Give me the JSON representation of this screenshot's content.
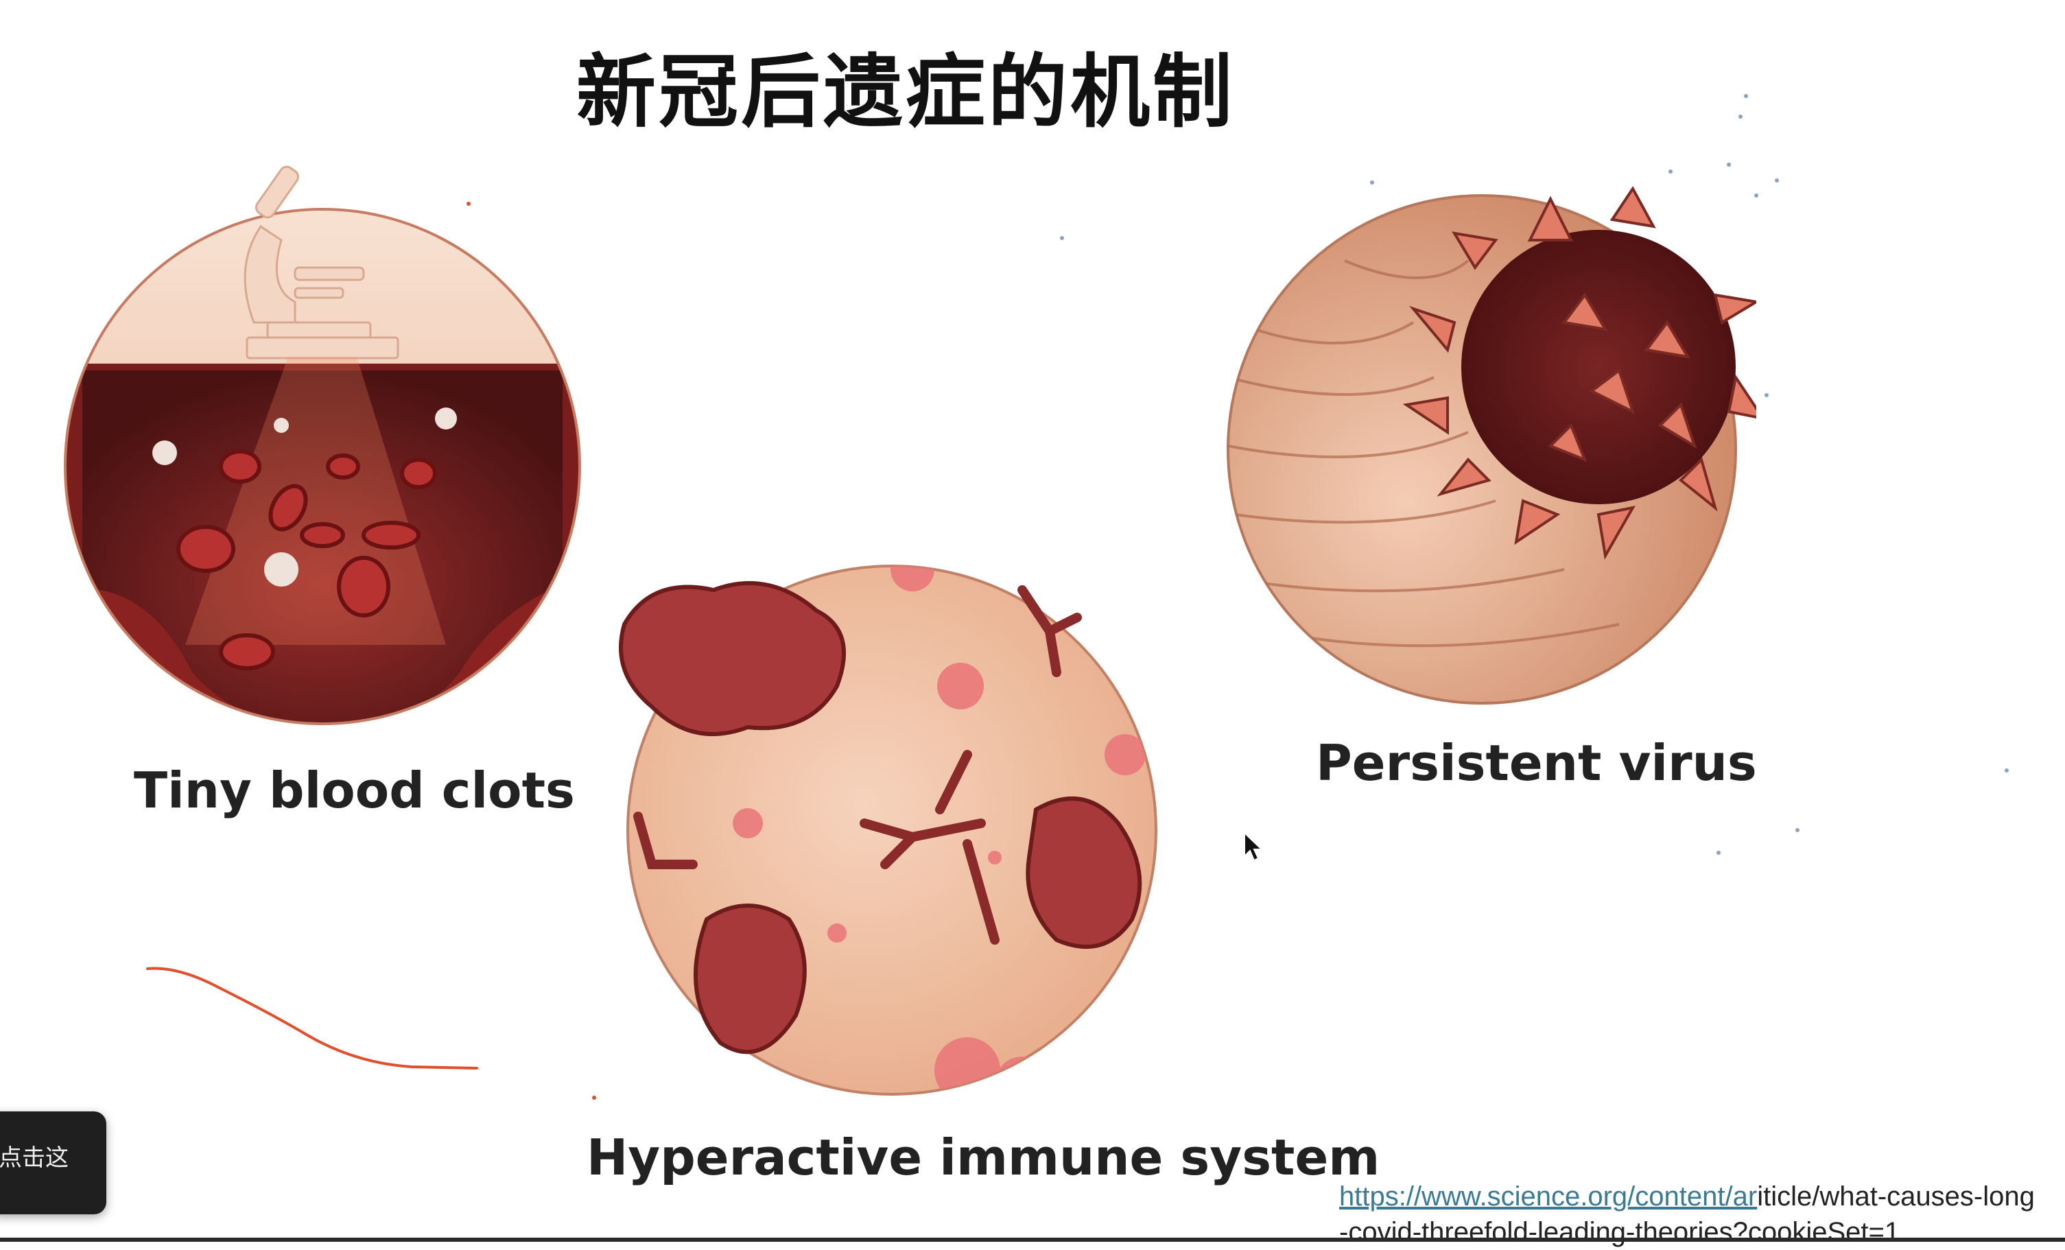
{
  "slide": {
    "title": "新冠后遗症的机制",
    "labels": {
      "clots": "Tiny blood clots",
      "immune": "Hyperactive immune system",
      "virus": "Persistent virus"
    },
    "source": {
      "link_text": "https://www.science.org/content/ar",
      "rest_text": "iticle/what-causes-long-covid-threefold-leading-theories?cookieSet=1"
    }
  },
  "toast": {
    "text": "点击这"
  },
  "colors": {
    "ink_annotation": "#e0502c",
    "toast_bg": "#1f1f1f",
    "link": "#3a7a94"
  }
}
